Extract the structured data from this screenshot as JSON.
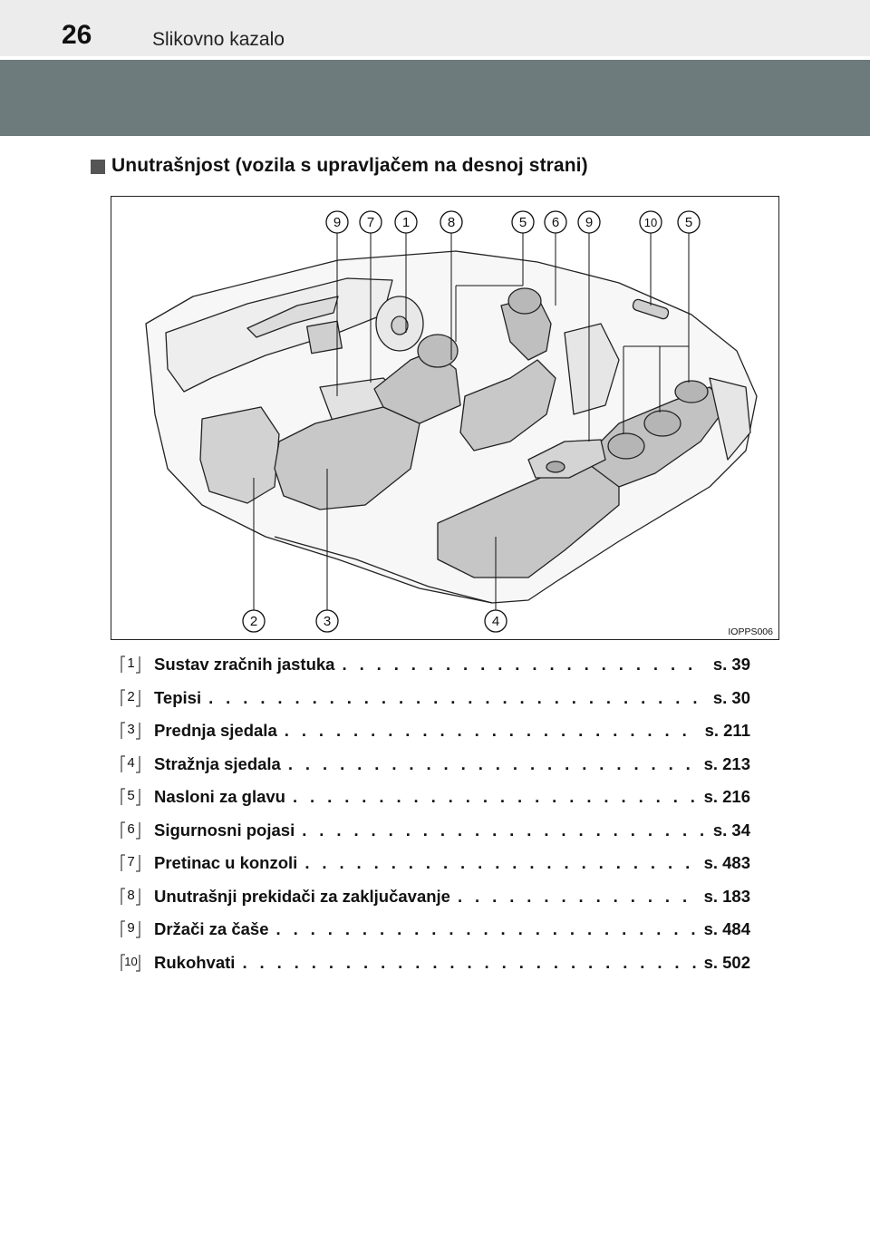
{
  "header": {
    "page_number": "26",
    "section_title": "Slikovno kazalo"
  },
  "heading": {
    "text": "Unutrašnjost (vozila s upravljačem na desnoj strani)"
  },
  "figure": {
    "code": "IOPPS006",
    "callouts_top": [
      "9",
      "7",
      "1",
      "8",
      "5",
      "6",
      "9",
      "10",
      "5"
    ],
    "callouts_bottom": [
      "2",
      "3",
      "4"
    ]
  },
  "index": [
    {
      "num": "1",
      "label": "Sustav zračnih jastuka",
      "page": "s. 39"
    },
    {
      "num": "2",
      "label": "Tepisi",
      "page": "s. 30"
    },
    {
      "num": "3",
      "label": "Prednja sjedala",
      "page": "s. 211"
    },
    {
      "num": "4",
      "label": "Stražnja sjedala",
      "page": "s. 213"
    },
    {
      "num": "5",
      "label": "Nasloni za glavu",
      "page": "s. 216"
    },
    {
      "num": "6",
      "label": "Sigurnosni pojasi",
      "page": "s. 34"
    },
    {
      "num": "7",
      "label": "Pretinac u konzoli",
      "page": "s. 483"
    },
    {
      "num": "8",
      "label": "Unutrašnji prekidači za zaključavanje",
      "page": "s. 183"
    },
    {
      "num": "9",
      "label": "Držači za čaše",
      "page": "s. 484"
    },
    {
      "num": "10",
      "label": "Rukohvati",
      "page": "s. 502"
    }
  ]
}
